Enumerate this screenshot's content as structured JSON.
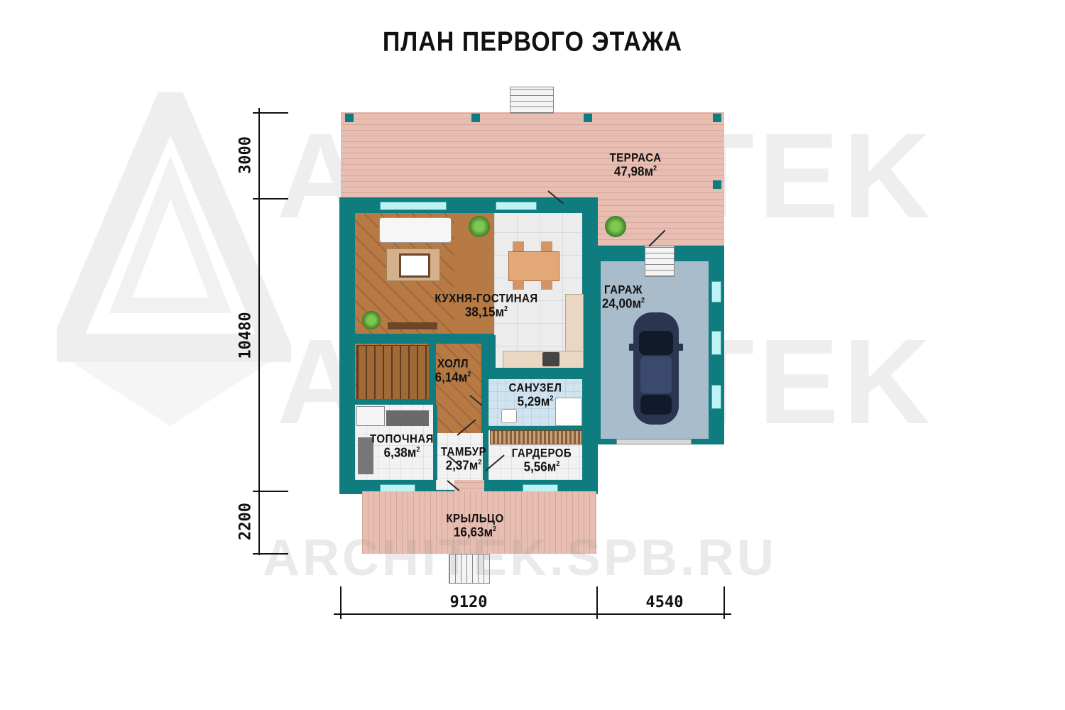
{
  "title": "ПЛАН ПЕРВОГО ЭТАЖА",
  "watermark": {
    "brand": "ARCHITEK",
    "url": "ARCHITEK.SPB.RU"
  },
  "rooms": {
    "terrace": {
      "name": "ТЕРРАСА",
      "area": "47,98м"
    },
    "kitchen_living": {
      "name": "КУХНЯ-ГОСТИНАЯ",
      "area": "38,15м"
    },
    "garage": {
      "name": "ГАРАЖ",
      "area": "24,00м"
    },
    "hall": {
      "name": "ХОЛЛ",
      "area": "6,14м"
    },
    "bathroom": {
      "name": "САНУЗЕЛ",
      "area": "5,29м"
    },
    "boiler": {
      "name": "ТОПОЧНАЯ",
      "area": "6,38м"
    },
    "vestibule": {
      "name": "ТАМБУР",
      "area": "2,37м"
    },
    "wardrobe": {
      "name": "ГАРДЕРОБ",
      "area": "5,56м"
    },
    "porch": {
      "name": "КРЫЛЬЦО",
      "area": "16,63м"
    }
  },
  "area_exponent": "2",
  "dimensions": {
    "vertical": [
      "3000",
      "10480",
      "2200"
    ],
    "horizontal": [
      "9120",
      "4540"
    ]
  },
  "colors": {
    "walls": "#0f7c80",
    "deck": "#e8beb2",
    "wood_floor": "#b87a45",
    "garage_floor": "#a8bccb",
    "window": "#bff2f4"
  }
}
